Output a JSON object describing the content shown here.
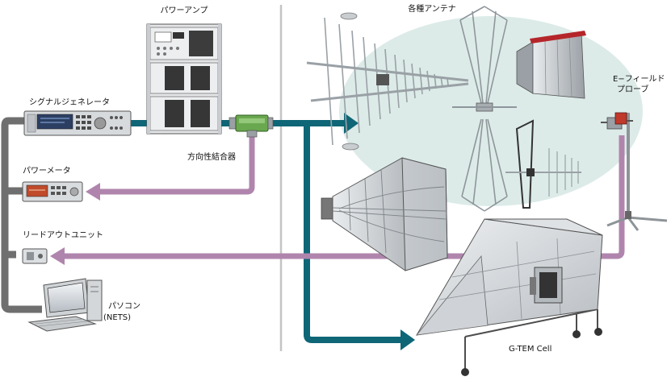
{
  "labels": {
    "power_amp": "パワーアンプ",
    "signal_generator": "シグナルジェネレータ",
    "directional_coupler": "方向性結合器",
    "power_meter": "パワーメータ",
    "readout_unit": "リードアウトユニット",
    "pc_line1": "パソコン",
    "pc_line2": "(NETS)",
    "antennas": "各種アンテナ",
    "efield_probe_line1": "E−フィールド",
    "efield_probe_line2": "プローブ",
    "gtem_cell": "G-TEM Cell"
  },
  "colors": {
    "rf_path": "#0e6676",
    "measurement_path": "#b085ad",
    "control_path": "#6f6f6f",
    "divider": "#c4c4c4",
    "antenna_backdrop": "#dcebe8",
    "horn_surface": "#b9bec2",
    "coupler_body": "#6aa84f"
  },
  "icons": {
    "signal_generator": "signal-generator-icon",
    "power_amp": "power-amplifier-rack-icon",
    "power_meter": "power-meter-icon",
    "readout_unit": "readout-unit-icon",
    "pc": "desktop-pc-icon",
    "coupler": "directional-coupler-icon",
    "log_periodic": "log-periodic-antenna-icon",
    "biconical": "biconical-antenna-icon",
    "horn_small": "horn-antenna-icon",
    "horn_large": "double-ridged-horn-icon",
    "probe": "e-field-probe-icon",
    "gtem": "gtem-cell-icon"
  }
}
